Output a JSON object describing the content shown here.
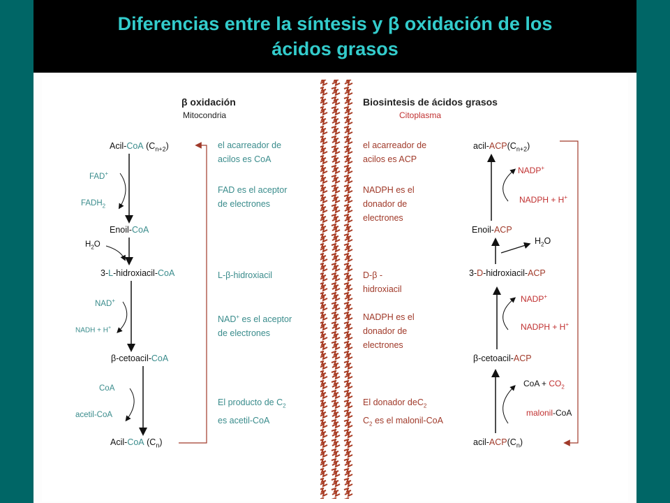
{
  "title": {
    "line1": "Diferencias entre la síntesis y β oxidación de los",
    "line2": "ácidos grasos"
  },
  "left": {
    "header": "β oxidación",
    "subheader": "Mitocondria",
    "compounds": [
      {
        "pre": "Acil-",
        "hl": "CoA",
        "post": " (Cn+2)"
      },
      {
        "pre": "Enoil-",
        "hl": "CoA",
        "post": ""
      },
      {
        "pre": "3-",
        "hl": "L",
        "post": "-hidroxiacil-",
        "hl2": "CoA"
      },
      {
        "pre": "β-cetoacil-",
        "hl": "CoA",
        "post": ""
      },
      {
        "pre": "Acil-",
        "hl": "CoA",
        "post": " (Cn)"
      }
    ],
    "cofactors": [
      "FAD+",
      "FADH2",
      "H2O",
      "NAD+",
      "NADH + H+",
      "CoA",
      "acetil-CoA"
    ]
  },
  "left_notes": [
    "el acarreador de\nacilos es CoA",
    "FAD es el aceptor\nde electrones",
    "L-β-hidroxiacil",
    "NAD+ es el aceptor\nde electrones",
    "El producto de C2\nes acetil-CoA"
  ],
  "right": {
    "header": "Biosintesis de ácidos grasos",
    "subheader": "Citoplasma",
    "compounds": [
      {
        "pre": "acil-",
        "hl": "ACP",
        "post": "(Cn+2)"
      },
      {
        "pre": "Enoil-",
        "hl": "ACP",
        "post": ""
      },
      {
        "pre": "3-",
        "hl": "D",
        "post": "-hidroxiacil-",
        "hl2": "ACP"
      },
      {
        "pre": "β-cetoacil-",
        "hl": "ACP",
        "post": ""
      },
      {
        "pre": "acil-",
        "hl": "ACP",
        "post": "(Cn)"
      }
    ],
    "cofactors": [
      "NADP+",
      "NADPH + H+",
      "H2O",
      "NADP+",
      "NADPH + H+",
      "CoA + CO2",
      "malonil-CoA"
    ]
  },
  "right_notes": [
    "el acarreador de\nacilos es ACP",
    "NADPH es el\ndonador de\nelectrones",
    "D-β -\nhidroxiacil",
    "NADPH es el\ndonador de\nelectrones",
    "El donador deC2\nC2 es el malonil-CoA"
  ],
  "colors": {
    "teal": "#3a8c8c",
    "red": "#a03a2a",
    "title": "#33cccc",
    "frame": "#006666"
  }
}
